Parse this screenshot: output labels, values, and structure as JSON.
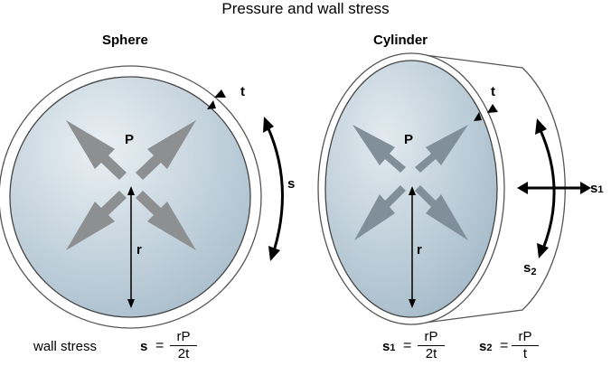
{
  "title": "Pressure and wall stress",
  "sphere": {
    "heading": "Sphere",
    "pressure_label": "P",
    "radius_label": "r",
    "thickness_label": "t",
    "stress_label": "s"
  },
  "cylinder": {
    "heading": "Cylinder",
    "pressure_label": "P",
    "radius_label": "r",
    "thickness_label": "t",
    "stress1_label": "s",
    "stress1_sub": "1",
    "stress2_label": "s",
    "stress2_sub": "2"
  },
  "formulas": {
    "wall_stress_label": "wall stress",
    "sphere": {
      "lhs": "s",
      "eq": "=",
      "num": "rP",
      "den": "2t"
    },
    "cyl1": {
      "lhs": "s",
      "sub": "1",
      "eq": "=",
      "num": "rP",
      "den": "2t"
    },
    "cyl2": {
      "lhs": "s",
      "sub": "2",
      "eq": "=",
      "num": "rP",
      "den": "t"
    }
  },
  "colors": {
    "fill_light": "#e8eef2",
    "fill_dark": "#a9c0cf",
    "arrow": "#8a8c8e",
    "outline": "#3a3a3a"
  }
}
